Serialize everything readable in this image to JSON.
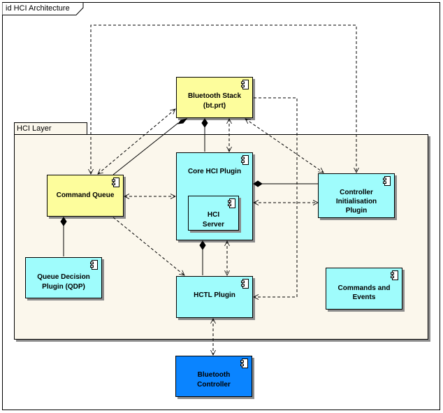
{
  "frame": {
    "title": "id HCI Architecture"
  },
  "layer": {
    "label": "HCI Layer"
  },
  "components": {
    "bluetooth_stack": {
      "line1": "Bluetooth Stack",
      "line2": "(bt.prt)",
      "color": "#fdfd9c"
    },
    "command_queue": {
      "line1": "Command Queue",
      "color": "#fdfd9c"
    },
    "core_hci_plugin": {
      "line1": "Core HCI Plugin",
      "color": "#9ffcfc"
    },
    "hci_server": {
      "line1": "HCI",
      "line2": "Server",
      "color": "#9ffcfc"
    },
    "controller_init_plugin": {
      "line1": "Controller",
      "line2": "Initialisation",
      "line3": "Plugin",
      "color": "#9ffcfc"
    },
    "queue_decision_plugin": {
      "line1": "Queue Decision",
      "line2": "Plugin (QDP)",
      "color": "#9ffcfc"
    },
    "hctl_plugin": {
      "line1": "HCTL Plugin",
      "color": "#9ffcfc"
    },
    "commands_events": {
      "line1": "Commands and",
      "line2": "Events",
      "color": "#9ffcfc"
    },
    "bluetooth_controller": {
      "line1": "Bluetooth",
      "line2": "Controller",
      "color": "#0a84ff"
    }
  }
}
